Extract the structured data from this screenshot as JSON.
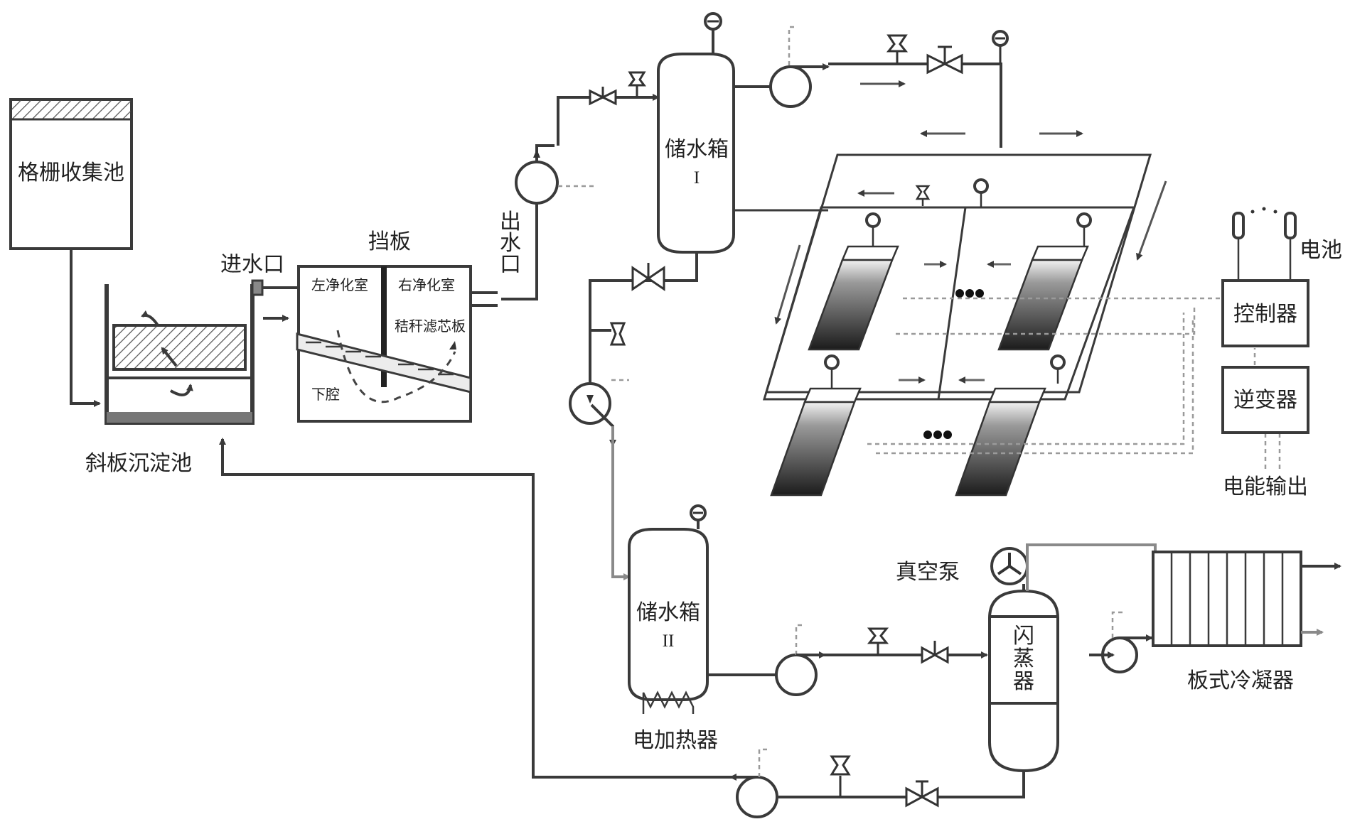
{
  "labels": {
    "grille_tank": "格栅收集池",
    "inlet": "进水口",
    "baffle": "挡板",
    "left_chamber": "左净化室",
    "right_chamber": "右净化室",
    "straw_filter": "秸秆滤芯板",
    "lower_cavity": "下腔",
    "outlet_1": "出",
    "outlet_2": "水",
    "outlet_3": "口",
    "sediment_tank": "斜板沉淀池",
    "tank1_name": "储水箱",
    "tank1_num": "I",
    "tank2_name": "储水箱",
    "tank2_num": "II",
    "heater": "电加热器",
    "vacuum_pump": "真空泵",
    "flash_1": "闪",
    "flash_2": "蒸",
    "flash_3": "器",
    "condenser": "板式冷凝器",
    "battery": "电池",
    "controller": "控制器",
    "inverter": "逆变器",
    "power_output": "电能输出"
  },
  "colors": {
    "line": "#3a3a3a",
    "signal": "#9a9a9a",
    "panel_dark": "#2b2b2b"
  }
}
